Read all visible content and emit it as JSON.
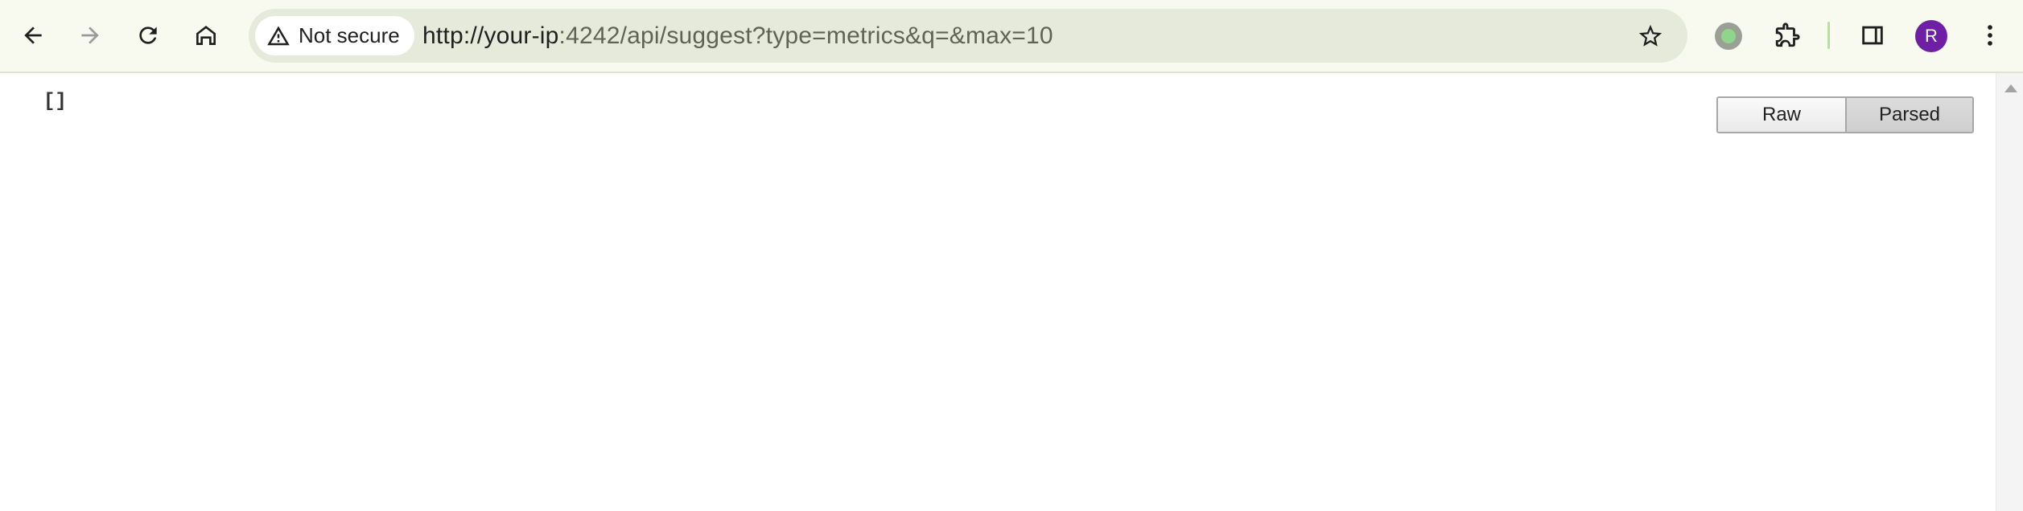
{
  "browser": {
    "security_label": "Not secure",
    "url_host": "http://your-ip",
    "url_rest": ":4242/api/suggest?type=metrics&q=&max=10",
    "avatar_initial": "R",
    "icons": {
      "back": "arrow-left-icon",
      "forward": "arrow-right-icon",
      "reload": "reload-icon",
      "home": "home-icon",
      "security": "warning-triangle-icon",
      "bookmark": "star-icon",
      "extension_status": "green-dot-icon",
      "extensions": "puzzle-icon",
      "side_panel": "side-panel-icon",
      "menu": "kebab-menu-icon"
    },
    "colors": {
      "toolbar_bg": "#f8f9ef",
      "omnibox_bg": "#e6eadb",
      "avatar_bg": "#6e1fa3"
    }
  },
  "page": {
    "json_text": "[]",
    "toggle": {
      "raw_label": "Raw",
      "parsed_label": "Parsed",
      "selected": "Parsed"
    }
  }
}
